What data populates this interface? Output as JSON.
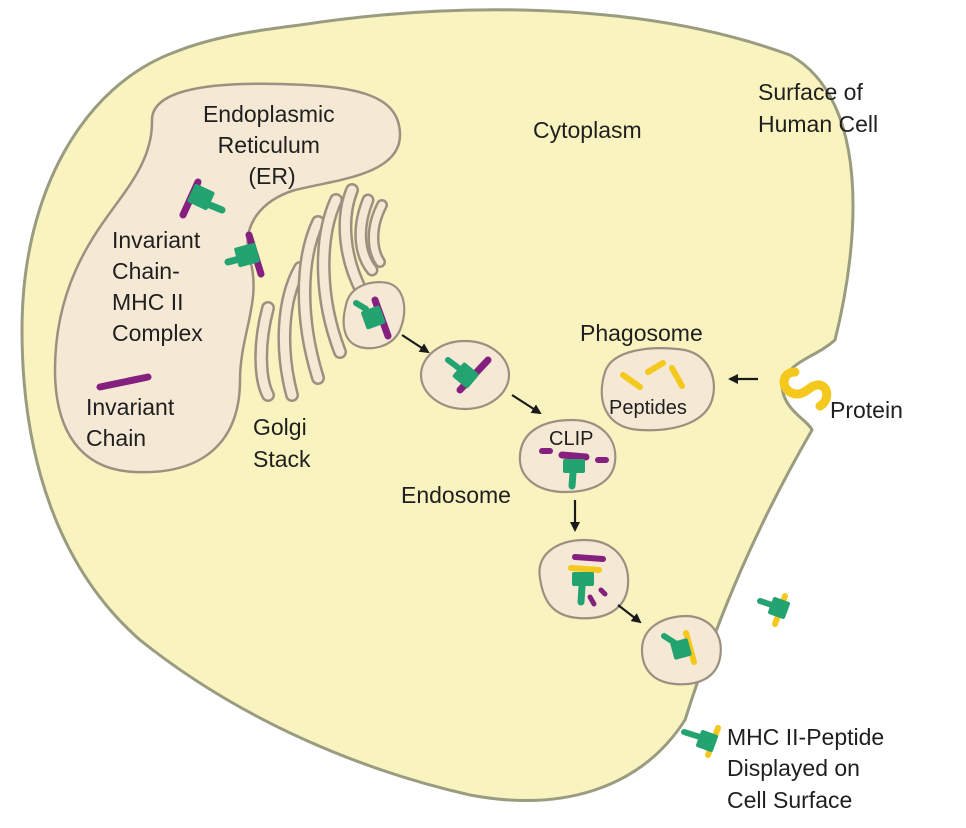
{
  "colors": {
    "cell_fill": "#f9f3c0",
    "cell_stroke": "#9a9c80",
    "organelle_fill": "#f5e9d6",
    "organelle_stroke": "#9c9080",
    "mhc_green": "#23a36f",
    "invariant_purple": "#85207e",
    "peptide_yellow": "#f4c81c",
    "arrow": "#1a1a1a"
  },
  "labels": {
    "surface": [
      "Surface of",
      "Human Cell"
    ],
    "cytoplasm": "Cytoplasm",
    "er": [
      "Endoplasmic",
      "Reticulum",
      "(ER)"
    ],
    "complex": [
      "Invariant",
      "Chain-",
      "MHC II",
      "Complex"
    ],
    "invariant_chain": [
      "Invariant",
      "Chain"
    ],
    "golgi": [
      "Golgi",
      "Stack"
    ],
    "phagosome": "Phagosome",
    "peptides": "Peptides",
    "protein": "Protein",
    "clip": "CLIP",
    "endosome": "Endosome",
    "displayed": [
      "MHC II-Peptide",
      "Displayed on",
      "Cell Surface"
    ]
  }
}
